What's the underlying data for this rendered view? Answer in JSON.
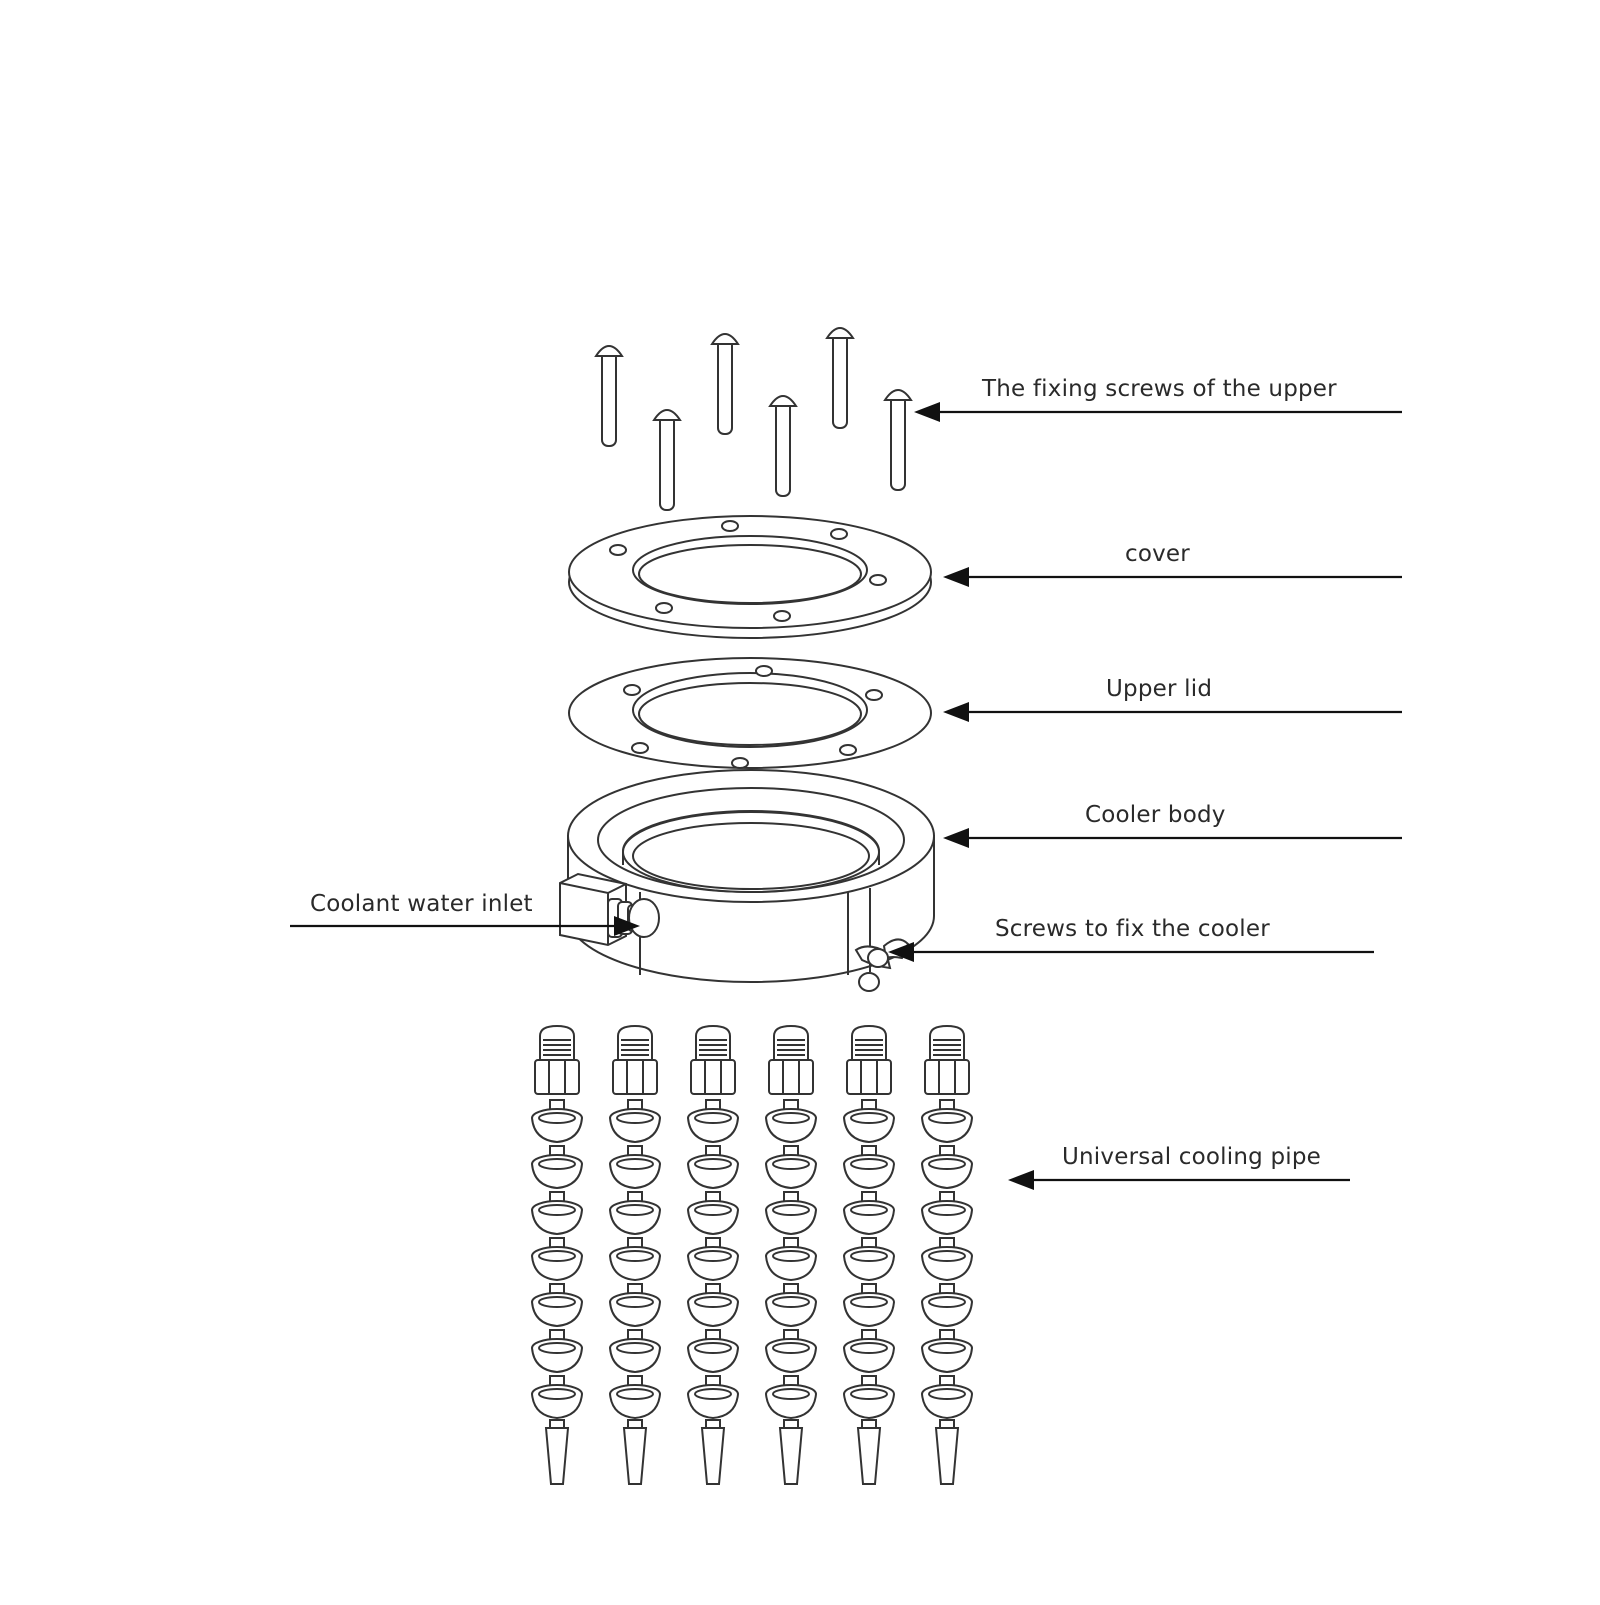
{
  "diagram": {
    "labels": {
      "screws_upper": "The fixing screws of the upper",
      "cover": "cover",
      "upper_lid": "Upper lid",
      "cooler_body": "Cooler body",
      "coolant_inlet": "Coolant water inlet",
      "screws_cooler": "Screws to fix the cooler",
      "cooling_pipe": "Universal cooling pipe"
    },
    "counts": {
      "upper_screws": 6,
      "cooling_pipes": 6
    },
    "colors": {
      "line": "#333333",
      "arrow": "#111111",
      "background": "#ffffff"
    }
  }
}
